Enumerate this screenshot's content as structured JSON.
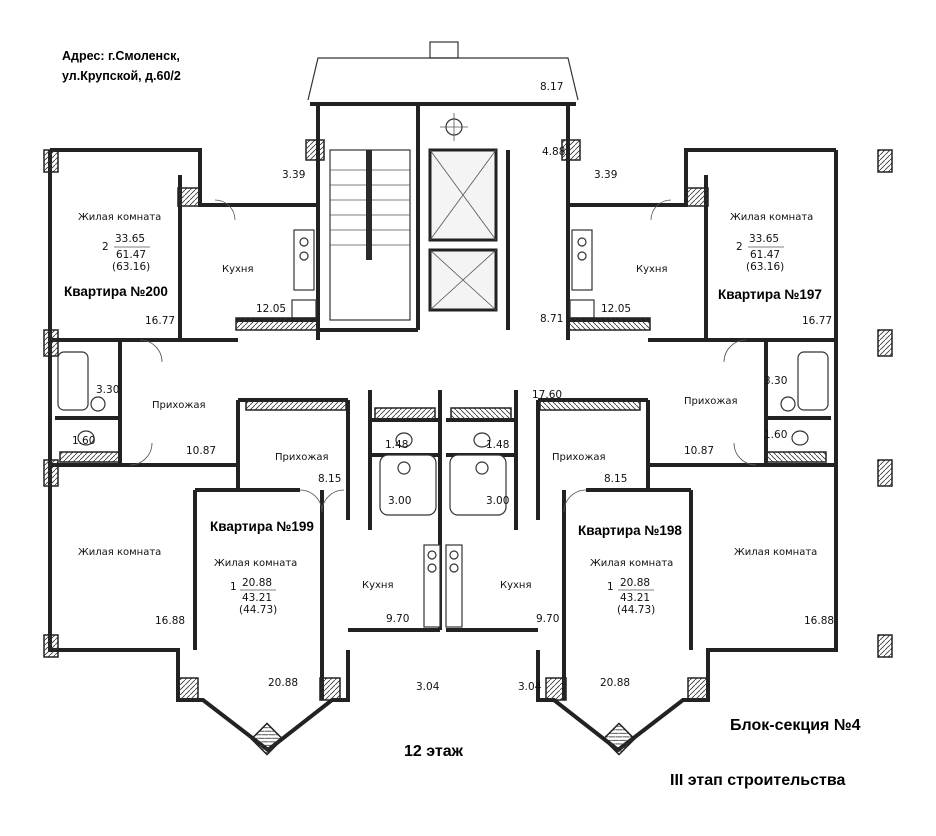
{
  "address": {
    "line1": "Адрес: г.Смоленск,",
    "line2": "ул.Крупской, д.60/2"
  },
  "floor_label": "12 этаж",
  "section_label": "Блок-секция №4",
  "stage_label": "III этап строительства",
  "apartments": {
    "a200": "Квартира №200",
    "a197": "Квартира №197",
    "a199": "Квартира №199",
    "a198": "Квартира №198"
  },
  "rooms": {
    "living": "Жилая комната",
    "kitchen": "Кухня",
    "hall": "Прихожая"
  },
  "figures": {
    "rooms_two": "2",
    "rooms_one": "1",
    "living_2": "33.65",
    "total_2": "61.47",
    "total_2b": "(63.16)",
    "living_1": "20.88",
    "total_1": "43.21",
    "total_1b": "(44.73)"
  },
  "areas": {
    "balcony_top": "3.39",
    "kitchen_large": "12.05",
    "room_16_77": "16.77",
    "bath_3_30": "3.30",
    "wc_1_60": "1.60",
    "hall_10_87": "10.87",
    "room_16_88": "16.88",
    "hall_8_15": "8.15",
    "wc_1_48": "1.48",
    "bath_3_00": "3.00",
    "kitchen_small": "9.70",
    "room_20_88": "20.88",
    "loggia_3_04": "3.04",
    "landing_8_17": "8.17",
    "lift_4_88": "4.88",
    "stair_8_71": "8.71",
    "corridor_17_60": "17.60"
  }
}
